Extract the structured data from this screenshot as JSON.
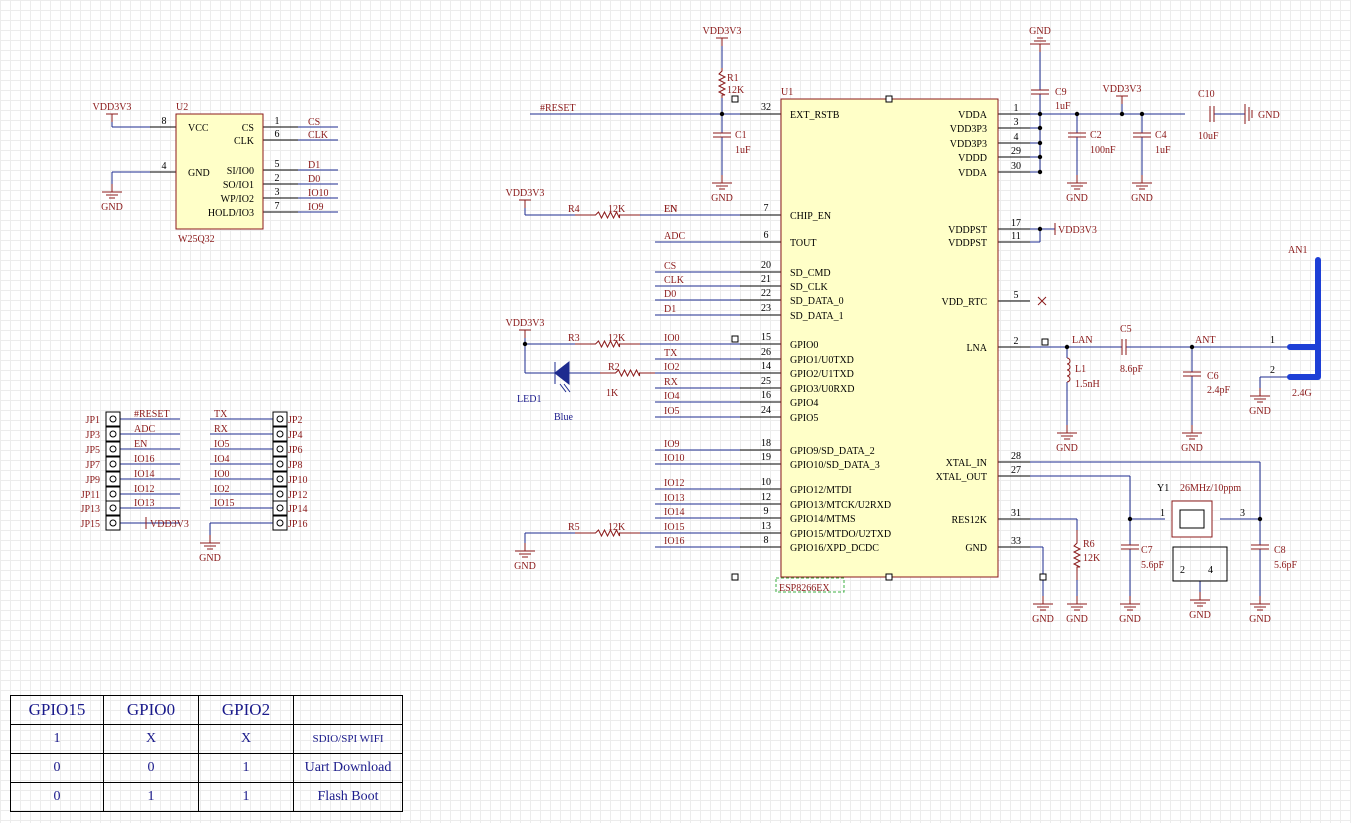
{
  "power": {
    "vdd": "VDD3V3",
    "gnd": "GND"
  },
  "u2": {
    "ref": "U2",
    "part": "W25Q32",
    "pins": [
      {
        "num": "8",
        "name": "VCC"
      },
      {
        "num": "4",
        "name": "GND"
      },
      {
        "num": "1",
        "name": "CS",
        "net": "CS"
      },
      {
        "num": "6",
        "name": "CLK",
        "net": "CLK"
      },
      {
        "num": "5",
        "name": "SI/IO0",
        "net": "D1"
      },
      {
        "num": "2",
        "name": "SO/IO1",
        "net": "D0"
      },
      {
        "num": "3",
        "name": "WP/IO2",
        "net": "IO10"
      },
      {
        "num": "7",
        "name": "HOLD/IO3",
        "net": "IO9"
      }
    ]
  },
  "u1": {
    "ref": "U1",
    "part": "ESP8266EX",
    "left_pins": [
      {
        "num": "32",
        "name": "EXT_RSTB",
        "net": "#RESET"
      },
      {
        "num": "7",
        "name": "CHIP_EN",
        "net": "EN"
      },
      {
        "num": "6",
        "name": "TOUT",
        "net": "ADC"
      },
      {
        "num": "20",
        "name": "SD_CMD",
        "net": "CS"
      },
      {
        "num": "21",
        "name": "SD_CLK",
        "net": "CLK"
      },
      {
        "num": "22",
        "name": "SD_DATA_0",
        "net": "D0"
      },
      {
        "num": "23",
        "name": "SD_DATA_1",
        "net": "D1"
      },
      {
        "num": "15",
        "name": "GPIO0",
        "net": "IO0"
      },
      {
        "num": "26",
        "name": "GPIO1/U0TXD",
        "net": "TX"
      },
      {
        "num": "14",
        "name": "GPIO2/U1TXD",
        "net": "IO2"
      },
      {
        "num": "25",
        "name": "GPIO3/U0RXD",
        "net": "RX"
      },
      {
        "num": "16",
        "name": "GPIO4",
        "net": "IO4"
      },
      {
        "num": "24",
        "name": "GPIO5",
        "net": "IO5"
      },
      {
        "num": "18",
        "name": "GPIO9/SD_DATA_2",
        "net": "IO9"
      },
      {
        "num": "19",
        "name": "GPIO10/SD_DATA_3",
        "net": "IO10"
      },
      {
        "num": "10",
        "name": "GPIO12/MTDI",
        "net": "IO12"
      },
      {
        "num": "12",
        "name": "GPIO13/MTCK/U2RXD",
        "net": "IO13"
      },
      {
        "num": "9",
        "name": "GPIO14/MTMS",
        "net": "IO14"
      },
      {
        "num": "13",
        "name": "GPIO15/MTDO/U2TXD",
        "net": "IO15"
      },
      {
        "num": "8",
        "name": "GPIO16/XPD_DCDC",
        "net": "IO16"
      }
    ],
    "right_pins": [
      {
        "num": "1",
        "name": "VDDA"
      },
      {
        "num": "3",
        "name": "VDD3P3"
      },
      {
        "num": "4",
        "name": "VDD3P3"
      },
      {
        "num": "29",
        "name": "VDDD"
      },
      {
        "num": "30",
        "name": "VDDA"
      },
      {
        "num": "17",
        "name": "VDDPST"
      },
      {
        "num": "11",
        "name": "VDDPST"
      },
      {
        "num": "5",
        "name": "VDD_RTC"
      },
      {
        "num": "2",
        "name": "LNA"
      },
      {
        "num": "28",
        "name": "XTAL_IN"
      },
      {
        "num": "27",
        "name": "XTAL_OUT"
      },
      {
        "num": "31",
        "name": "RES12K"
      },
      {
        "num": "33",
        "name": "GND"
      }
    ]
  },
  "parts": {
    "r1": {
      "ref": "R1",
      "val": "12K"
    },
    "r2": {
      "ref": "R2",
      "val": "1K"
    },
    "r3": {
      "ref": "R3",
      "val": "12K"
    },
    "r4": {
      "ref": "R4",
      "val": "12K"
    },
    "r5": {
      "ref": "R5",
      "val": "12K"
    },
    "r6": {
      "ref": "R6",
      "val": "12K"
    },
    "c1": {
      "ref": "C1",
      "val": "1uF"
    },
    "c2": {
      "ref": "C2",
      "val": "100nF"
    },
    "c4": {
      "ref": "C4",
      "val": "1uF"
    },
    "c5": {
      "ref": "C5",
      "val": "8.6pF"
    },
    "c6": {
      "ref": "C6",
      "val": "2.4pF"
    },
    "c7": {
      "ref": "C7",
      "val": "5.6pF"
    },
    "c8": {
      "ref": "C8",
      "val": "5.6pF"
    },
    "c9": {
      "ref": "C9",
      "val": "1uF"
    },
    "c10": {
      "ref": "C10",
      "val": "10uF"
    },
    "l1": {
      "ref": "L1",
      "val": "1.5nH"
    },
    "y1": {
      "ref": "Y1",
      "val": "26MHz/10ppm",
      "pins": [
        "1",
        "3",
        "2",
        "4"
      ]
    },
    "led1": {
      "ref": "LED1",
      "val": "Blue"
    },
    "an1": {
      "ref": "AN1",
      "val": "2.4G",
      "pins": [
        "1",
        "2"
      ]
    }
  },
  "nets": {
    "reset": "#RESET",
    "en": "EN",
    "adc": "ADC",
    "io0": "IO0",
    "io2": "IO2",
    "io4": "IO4",
    "io5": "IO5",
    "tx": "TX",
    "rx": "RX",
    "lan": "LAN",
    "ant": "ANT"
  },
  "headers": {
    "left": [
      {
        "ref": "JP1",
        "net": "#RESET"
      },
      {
        "ref": "JP3",
        "net": "ADC"
      },
      {
        "ref": "JP5",
        "net": "EN"
      },
      {
        "ref": "JP7",
        "net": "IO16"
      },
      {
        "ref": "JP9",
        "net": "IO14"
      },
      {
        "ref": "JP11",
        "net": "IO12"
      },
      {
        "ref": "JP13",
        "net": "IO13"
      },
      {
        "ref": "JP15",
        "net": "VDD3V3"
      }
    ],
    "right": [
      {
        "ref": "JP2",
        "net": "TX"
      },
      {
        "ref": "JP4",
        "net": "RX"
      },
      {
        "ref": "JP6",
        "net": "IO5"
      },
      {
        "ref": "JP8",
        "net": "IO4"
      },
      {
        "ref": "JP10",
        "net": "IO0"
      },
      {
        "ref": "JP12",
        "net": "IO2"
      },
      {
        "ref": "JP14",
        "net": "IO15"
      },
      {
        "ref": "JP16",
        "net": ""
      }
    ]
  },
  "boot_table": {
    "headers": [
      "GPIO15",
      "GPIO0",
      "GPIO2",
      ""
    ],
    "rows": [
      [
        "1",
        "X",
        "X",
        "SDIO/SPI WIFI"
      ],
      [
        "0",
        "0",
        "1",
        "Uart Download"
      ],
      [
        "0",
        "1",
        "1",
        "Flash Boot"
      ]
    ]
  }
}
